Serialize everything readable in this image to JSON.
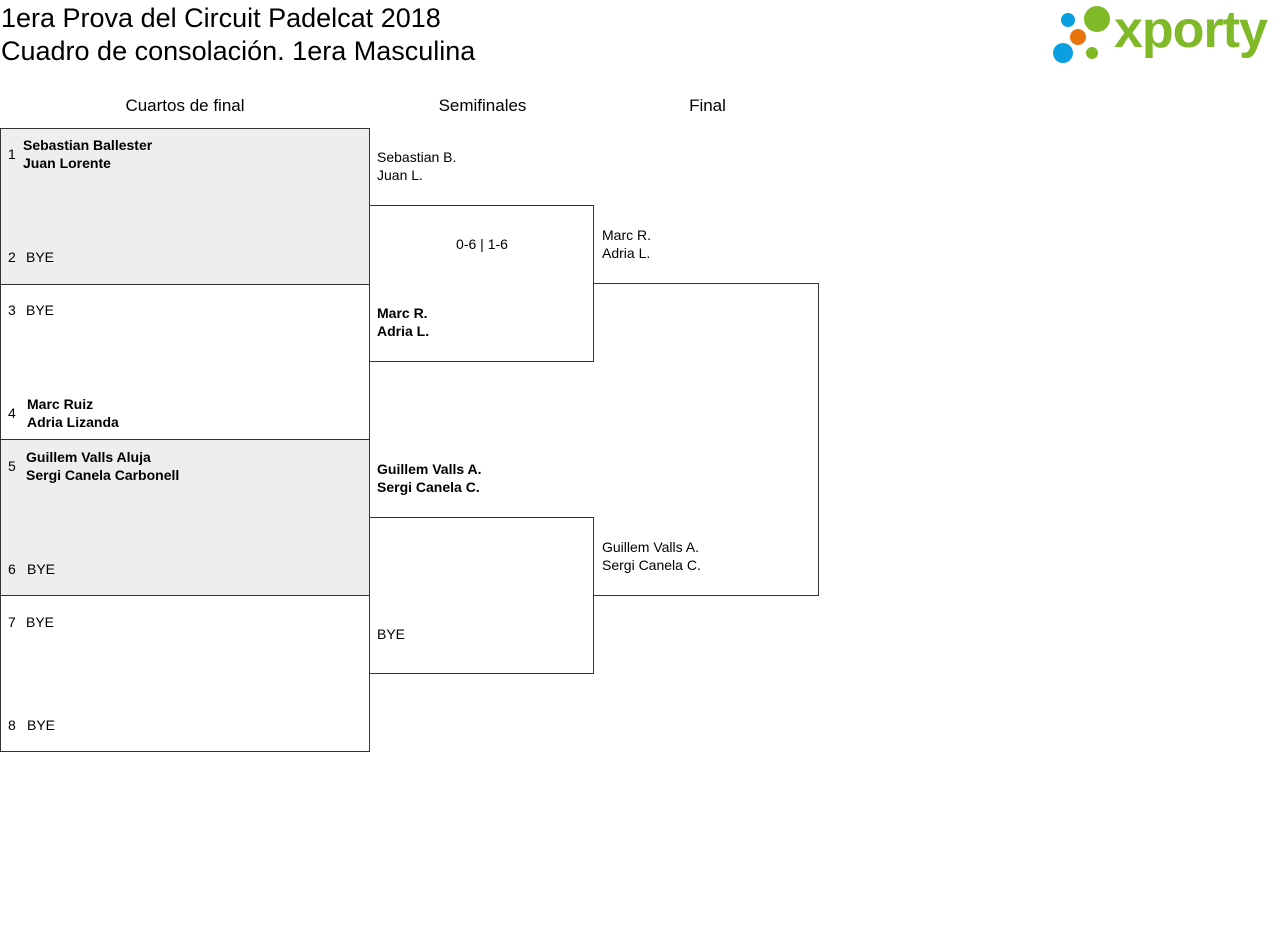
{
  "header": {
    "title_line1": "1era Prova del Circuit Padelcat 2018",
    "title_line2": "Cuadro de consolación. 1era Masculina",
    "logo_text": "xporty"
  },
  "rounds": [
    "Cuartos de final",
    "Semifinales",
    "Final"
  ],
  "quarterfinals": [
    {
      "seed": "1",
      "p1": "Sebastian Ballester",
      "p2": "Juan Lorente"
    },
    {
      "seed": "2",
      "p1": "BYE",
      "p2": ""
    },
    {
      "seed": "3",
      "p1": "BYE",
      "p2": ""
    },
    {
      "seed": "4",
      "p1": "Marc Ruiz",
      "p2": "Adria Lizanda"
    },
    {
      "seed": "5",
      "p1": "Guillem Valls Aluja",
      "p2": "Sergi Canela Carbonell"
    },
    {
      "seed": "6",
      "p1": "BYE",
      "p2": ""
    },
    {
      "seed": "7",
      "p1": "BYE",
      "p2": ""
    },
    {
      "seed": "8",
      "p1": "BYE",
      "p2": ""
    }
  ],
  "semifinals": [
    {
      "p1": "Sebastian B.",
      "p2": "Juan L."
    },
    {
      "p1": "Marc R.",
      "p2": "Adria L."
    },
    {
      "p1": "Guillem Valls A.",
      "p2": "Sergi Canela C."
    },
    {
      "p1": "BYE",
      "p2": ""
    }
  ],
  "semifinal_scores": [
    "0-6 | 1-6"
  ],
  "final": [
    {
      "p1": "Marc R.",
      "p2": "Adria L."
    },
    {
      "p1": "Guillem Valls A.",
      "p2": "Sergi Canela C."
    }
  ]
}
